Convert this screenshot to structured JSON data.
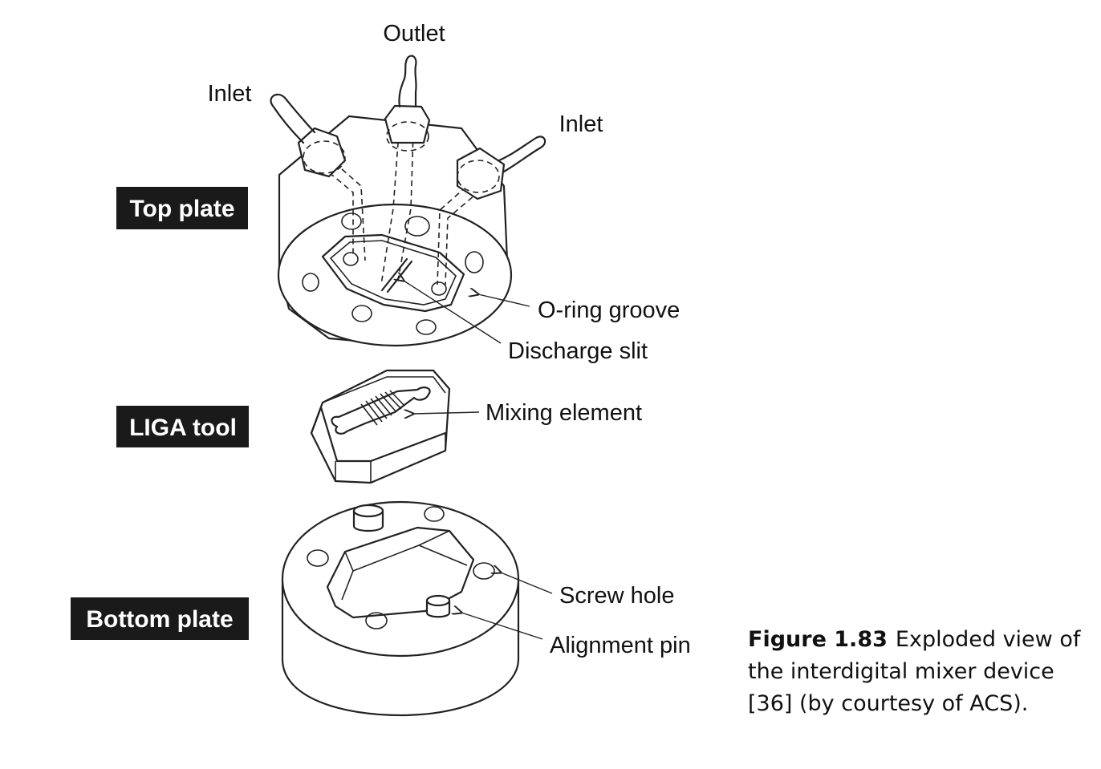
{
  "callouts": {
    "outlet": "Outlet",
    "inlet_left": "Inlet",
    "inlet_right": "Inlet",
    "oring_groove": "O-ring groove",
    "discharge_slit": "Discharge slit",
    "mixing_element": "Mixing element",
    "screw_hole": "Screw hole",
    "alignment_pin": "Alignment pin"
  },
  "part_tags": {
    "top_plate": "Top plate",
    "liga_tool": "LIGA tool",
    "bottom_plate": "Bottom plate"
  },
  "caption": {
    "number": "Figure 1.83",
    "text": "Exploded view of the interdigital mixer device [36] (by courtesy of ACS)."
  }
}
